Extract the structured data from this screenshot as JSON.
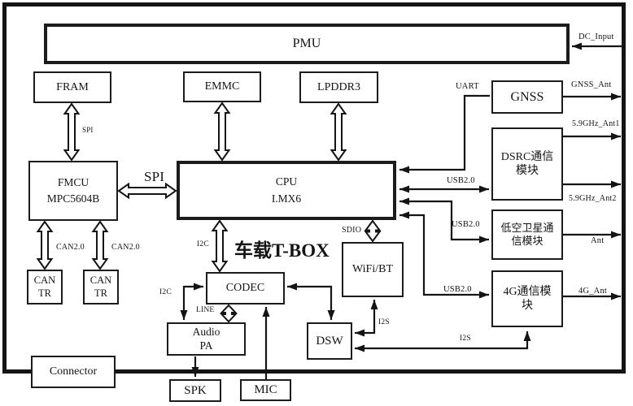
{
  "diagram_title": "车载T-BOX",
  "blocks": {
    "pmu": {
      "label": "PMU"
    },
    "fram": {
      "label": "FRAM"
    },
    "emmc": {
      "label": "EMMC"
    },
    "lpddr3": {
      "label": "LPDDR3"
    },
    "gnss": {
      "label": "GNSS"
    },
    "dsrc": {
      "line1": "DSRC通信",
      "line2": "模块"
    },
    "satellite": {
      "line1": "低空卫星通",
      "line2": "信模块"
    },
    "module4g": {
      "line1": "4G通信模",
      "line2": "块"
    },
    "cpu": {
      "line1": "CPU",
      "line2": "I.MX6"
    },
    "fmcu": {
      "line1": "FMCU",
      "line2": "MPC5604B"
    },
    "cantr1": {
      "line1": "CAN",
      "line2": "TR"
    },
    "cantr2": {
      "line1": "CAN",
      "line2": "TR"
    },
    "codec": {
      "label": "CODEC"
    },
    "wifibt": {
      "label": "WiFi/BT"
    },
    "dsw": {
      "label": "DSW"
    },
    "audiopa": {
      "line1": "Audio",
      "line2": "PA"
    },
    "spk": {
      "label": "SPK"
    },
    "mic": {
      "label": "MIC"
    },
    "connector": {
      "label": "Connector"
    }
  },
  "bus_labels": {
    "spi_small": "SPI",
    "spi_main": "SPI",
    "uart": "UART",
    "sdio": "SDIO",
    "i2c_cpu": "I2C",
    "i2c_pa": "I2C",
    "line_out": "LINE",
    "i2s_wifi": "I2S",
    "i2s_4g": "I2S",
    "can2_1": "CAN2.0",
    "can2_2": "CAN2.0",
    "usb_dsrc": "USB2.0",
    "usb_sat": "USB2.0",
    "usb_4g": "USB2.0"
  },
  "port_labels": {
    "dc_input": "DC_Input",
    "gnss_ant": "GNSS_Ant",
    "ant1": "5.9GHz_Ant1",
    "ant2": "5.9GHz_Ant2",
    "sat_ant": "Ant",
    "g4_ant": "4G_Ant"
  },
  "colors": {
    "line": "#141414",
    "box_border": "#1c1c1c",
    "background": "#ffffff"
  }
}
